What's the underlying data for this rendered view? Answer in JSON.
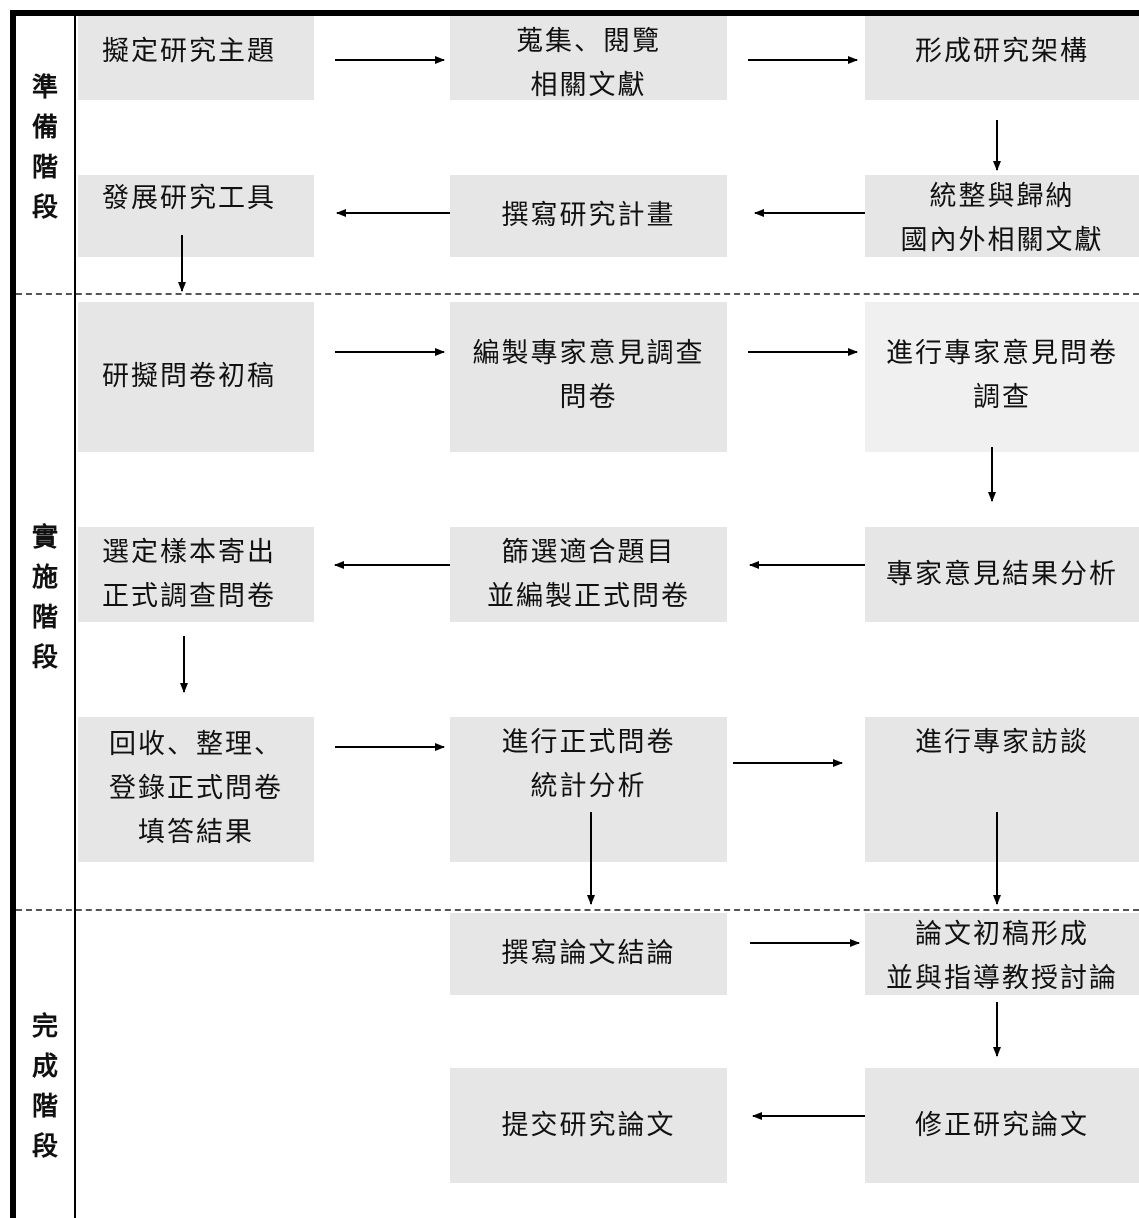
{
  "stages": {
    "prep": [
      "準",
      "備",
      "階",
      "段"
    ],
    "impl": [
      "實",
      "施",
      "階",
      "段"
    ],
    "done": [
      "完",
      "成",
      "階",
      "段"
    ]
  },
  "boxes": {
    "b1": [
      "擬定研究主題"
    ],
    "b2": [
      "蒐集、閱覽",
      "相關文獻"
    ],
    "b3": [
      "形成研究架構"
    ],
    "b4": [
      "發展研究工具"
    ],
    "b5": [
      "撰寫研究計畫"
    ],
    "b6": [
      "統整與歸納",
      "國內外相關文獻"
    ],
    "b7": [
      "研擬問卷初稿"
    ],
    "b8": [
      "編製專家意見調查",
      "問卷"
    ],
    "b9": [
      "進行專家意見問卷",
      "調查"
    ],
    "b10": [
      "選定樣本寄出",
      "正式調查問卷"
    ],
    "b11": [
      "篩選適合題目",
      "並編製正式問卷"
    ],
    "b12": [
      "專家意見結果分析"
    ],
    "b13": [
      "回收、整理、",
      "登錄正式問卷",
      "填答結果"
    ],
    "b14": [
      "進行正式問卷",
      "統計分析"
    ],
    "b15": [
      "進行專家訪談"
    ],
    "b16": [
      "撰寫論文結論"
    ],
    "b17": [
      "論文初稿形成",
      "並與指導教授討論"
    ],
    "b18": [
      "提交研究論文"
    ],
    "b19": [
      "修正研究論文"
    ]
  },
  "colors": {
    "box": "#e6e6e6",
    "line": "#000000",
    "divider": "#555555"
  }
}
